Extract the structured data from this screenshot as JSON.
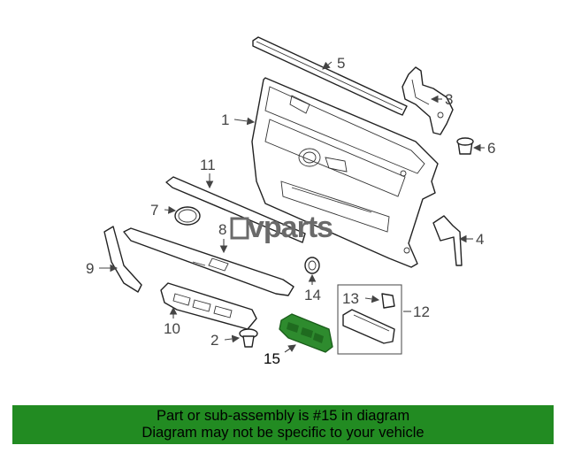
{
  "callouts": {
    "c1": "1",
    "c2": "2",
    "c3": "3",
    "c4": "4",
    "c5": "5",
    "c6": "6",
    "c7": "7",
    "c8": "8",
    "c9": "9",
    "c10": "10",
    "c11": "11",
    "c12": "12",
    "c13": "13",
    "c14": "14",
    "c15": "15"
  },
  "highlight_color": "#2e8b2e",
  "watermark": {
    "brand": "vparts"
  },
  "banner": {
    "line1": "Part or sub-assembly is #15 in diagram",
    "line2": "Diagram may not be specific to your vehicle",
    "background": "#228b22"
  }
}
